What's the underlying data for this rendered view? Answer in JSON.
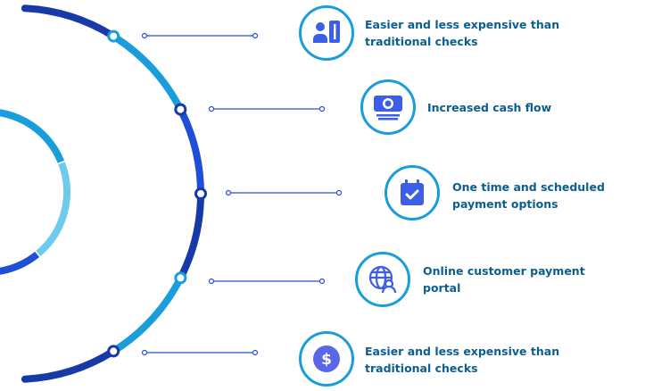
{
  "colors": {
    "dark": "#173aa8",
    "cyan": "#1a9ddb",
    "blue": "#1f4fd8",
    "light": "#6fcbee",
    "text": "#0b5e8e",
    "icon": "#3d5ee8"
  },
  "features": [
    {
      "label": "Easier and less expensive than\ntraditional checks",
      "icon": "id-card-icon"
    },
    {
      "label": "Increased cash flow",
      "icon": "money-stack-icon"
    },
    {
      "label": "One time and scheduled\npayment options",
      "icon": "calendar-check-icon"
    },
    {
      "label": "Online customer payment\nportal",
      "icon": "globe-user-icon"
    },
    {
      "label": "Easier and less expensive than\ntraditional checks",
      "icon": "dollar-coin-icon"
    }
  ]
}
